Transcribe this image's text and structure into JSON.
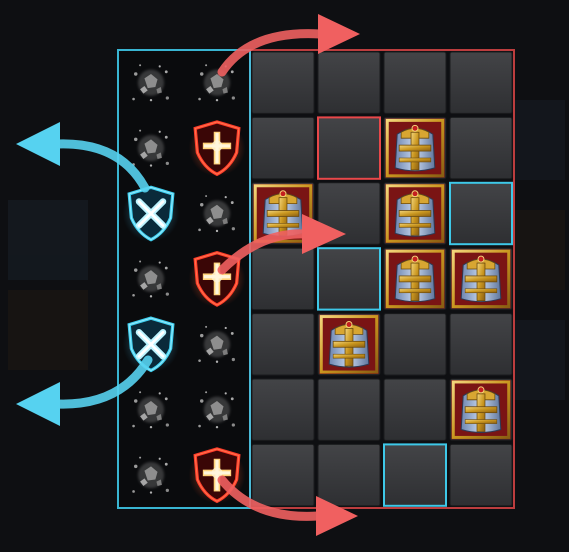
{
  "board": {
    "rows": 7,
    "columns": 6,
    "cleared_columns": 2,
    "cells": [
      [
        "rubble",
        "rubble",
        "stone",
        "stone",
        "stone",
        "stone"
      ],
      [
        "rubble",
        "red-shield",
        "stone",
        "stone",
        "knight-helmet",
        "stone"
      ],
      [
        "blue-shield",
        "rubble",
        "knight-helmet",
        "stone",
        "knight-helmet",
        "stone"
      ],
      [
        "rubble",
        "red-shield",
        "stone",
        "stone",
        "knight-helmet",
        "knight-helmet"
      ],
      [
        "blue-shield",
        "rubble",
        "stone",
        "knight-helmet",
        "stone",
        "stone"
      ],
      [
        "rubble",
        "rubble",
        "stone",
        "stone",
        "stone",
        "knight-helmet"
      ],
      [
        "rubble",
        "red-shield",
        "stone",
        "stone",
        "stone",
        "stone"
      ]
    ],
    "tile_borders": [
      [
        "none",
        "none",
        "none",
        "none",
        "none",
        "none"
      ],
      [
        "none",
        "none",
        "none",
        "red",
        "none",
        "none"
      ],
      [
        "none",
        "none",
        "none",
        "none",
        "none",
        "blue"
      ],
      [
        "none",
        "none",
        "none",
        "blue",
        "none",
        "none"
      ],
      [
        "none",
        "none",
        "none",
        "none",
        "none",
        "none"
      ],
      [
        "none",
        "none",
        "none",
        "none",
        "none",
        "none"
      ],
      [
        "none",
        "none",
        "none",
        "none",
        "blue",
        "none"
      ]
    ]
  },
  "effects": {
    "blue_arrows": [
      "left",
      "left"
    ],
    "red_arrows": [
      "right",
      "right",
      "right"
    ]
  },
  "icons": {
    "red_shield": "red-cross-shield-icon",
    "blue_shield": "blue-x-shield-icon",
    "helmet": "knight-helmet-icon",
    "rubble": "rubble-icon",
    "arrow": "curved-arrow-icon"
  },
  "colors": {
    "background": "#0e0f12",
    "stone_tile": "#3a3b3e",
    "blue_accent": "#3ec8e8",
    "red_accent": "#e8484a",
    "gold": "#d4a72c"
  }
}
